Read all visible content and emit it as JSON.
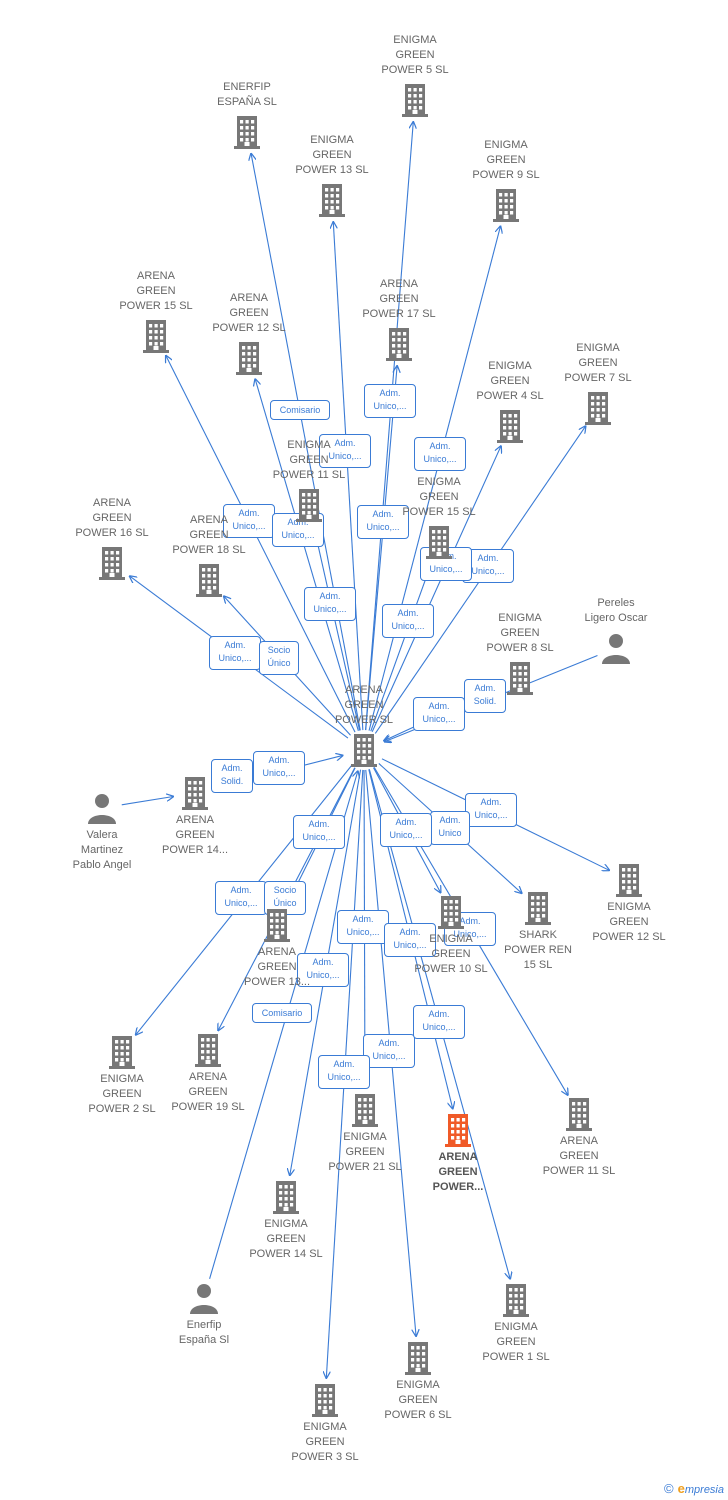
{
  "nodes": [
    {
      "id": "center",
      "label": "ARENA\nGREEN\nPOWER  SL",
      "kind": "company"
    },
    {
      "id": "focus",
      "label": "ARENA\nGREEN\nPOWER...",
      "kind": "company-focus"
    },
    {
      "id": "enerfip_top",
      "label": "ENERFIP\nESPAÑA  SL",
      "kind": "company"
    },
    {
      "id": "eg5",
      "label": "ENIGMA\nGREEN\nPOWER 5  SL",
      "kind": "company"
    },
    {
      "id": "eg13",
      "label": "ENIGMA\nGREEN\nPOWER 13  SL",
      "kind": "company"
    },
    {
      "id": "eg9",
      "label": "ENIGMA\nGREEN\nPOWER 9  SL",
      "kind": "company"
    },
    {
      "id": "ag15",
      "label": "ARENA\nGREEN\nPOWER 15  SL",
      "kind": "company"
    },
    {
      "id": "ag12",
      "label": "ARENA\nGREEN\nPOWER 12  SL",
      "kind": "company"
    },
    {
      "id": "ag17",
      "label": "ARENA\nGREEN\nPOWER 17  SL",
      "kind": "company"
    },
    {
      "id": "eg7",
      "label": "ENIGMA\nGREEN\nPOWER 7  SL",
      "kind": "company"
    },
    {
      "id": "eg4",
      "label": "ENIGMA\nGREEN\nPOWER 4  SL",
      "kind": "company"
    },
    {
      "id": "eg11",
      "label": "ENIGMA\nGREEN\nPOWER 11  SL",
      "kind": "company"
    },
    {
      "id": "eg15",
      "label": "ENIGMA\nGREEN\nPOWER 15  SL",
      "kind": "company"
    },
    {
      "id": "ag16",
      "label": "ARENA\nGREEN\nPOWER 16  SL",
      "kind": "company"
    },
    {
      "id": "ag18",
      "label": "ARENA\nGREEN\nPOWER 18  SL",
      "kind": "company"
    },
    {
      "id": "eg8",
      "label": "ENIGMA\nGREEN\nPOWER 8  SL",
      "kind": "company"
    },
    {
      "id": "pereles",
      "label": "Pereles\nLigero Oscar",
      "kind": "person"
    },
    {
      "id": "valera",
      "label": "Valera\nMartinez\nPablo Angel",
      "kind": "person"
    },
    {
      "id": "ag14",
      "label": "ARENA\nGREEN\nPOWER 14...",
      "kind": "company"
    },
    {
      "id": "eg12",
      "label": "ENIGMA\nGREEN\nPOWER 12  SL",
      "kind": "company"
    },
    {
      "id": "shark",
      "label": "SHARK\nPOWER REN\n15  SL",
      "kind": "company"
    },
    {
      "id": "eg10",
      "label": "ENIGMA\nGREEN\nPOWER 10  SL",
      "kind": "company"
    },
    {
      "id": "ag13",
      "label": "ARENA\nGREEN\nPOWER 13...",
      "kind": "company"
    },
    {
      "id": "eg2",
      "label": "ENIGMA\nGREEN\nPOWER 2  SL",
      "kind": "company"
    },
    {
      "id": "ag19",
      "label": "ARENA\nGREEN\nPOWER 19  SL",
      "kind": "company"
    },
    {
      "id": "eg21",
      "label": "ENIGMA\nGREEN\nPOWER 21  SL",
      "kind": "company"
    },
    {
      "id": "ag11",
      "label": "ARENA\nGREEN\nPOWER 11  SL",
      "kind": "company"
    },
    {
      "id": "eg14",
      "label": "ENIGMA\nGREEN\nPOWER 14  SL",
      "kind": "company"
    },
    {
      "id": "enerfip_bot",
      "label": "Enerfip\nEspaña Sl",
      "kind": "person"
    },
    {
      "id": "eg1",
      "label": "ENIGMA\nGREEN\nPOWER 1  SL",
      "kind": "company"
    },
    {
      "id": "eg6",
      "label": "ENIGMA\nGREEN\nPOWER 6  SL",
      "kind": "company"
    },
    {
      "id": "eg3",
      "label": "ENIGMA\nGREEN\nPOWER 3  SL",
      "kind": "company"
    }
  ],
  "edges": [
    {
      "from": "center",
      "to": "enerfip_top",
      "label": "Comisario"
    },
    {
      "from": "center",
      "to": "eg5",
      "label": "Adm.\nUnico,..."
    },
    {
      "from": "center",
      "to": "eg13",
      "label": "Adm.\nUnico,..."
    },
    {
      "from": "center",
      "to": "eg9",
      "label": "Adm.\nUnico,..."
    },
    {
      "from": "center",
      "to": "ag15",
      "label": "Adm.\nUnico,..."
    },
    {
      "from": "center",
      "to": "ag12",
      "label": "Adm.\nUnico,..."
    },
    {
      "from": "center",
      "to": "ag17",
      "label": "Adm.\nUnico,..."
    },
    {
      "from": "center",
      "to": "eg7",
      "label": "Adm.\nUnico,..."
    },
    {
      "from": "center",
      "to": "eg4",
      "label": "Adm.\nUnico,..."
    },
    {
      "from": "center",
      "to": "eg11",
      "label": "Adm.\nUnico,..."
    },
    {
      "from": "center",
      "to": "eg15",
      "label": "Adm.\nUnico,..."
    },
    {
      "from": "center",
      "to": "ag16",
      "label": "Adm.\nUnico,..."
    },
    {
      "from": "center",
      "to": "ag18",
      "label": "Socio\nÚnico"
    },
    {
      "from": "pereles",
      "to": "center",
      "label": "Adm.\nSolid."
    },
    {
      "from": "eg8",
      "to": "center",
      "label": "Adm.\nUnico,..."
    },
    {
      "from": "valera",
      "to": "ag14",
      "label": "Adm.\nSolid."
    },
    {
      "from": "ag14",
      "to": "center",
      "label": "Adm.\nUnico,..."
    },
    {
      "from": "center",
      "to": "eg12",
      "label": "Adm.\nUnico,..."
    },
    {
      "from": "center",
      "to": "shark",
      "label": "Adm.\nUnico"
    },
    {
      "from": "center",
      "to": "eg10",
      "label": "Adm.\nUnico,..."
    },
    {
      "from": "center",
      "to": "ag13",
      "label": "Adm.\nUnico,..."
    },
    {
      "from": "center",
      "to": "eg2",
      "label": "Adm.\nUnico,..."
    },
    {
      "from": "center",
      "to": "ag19",
      "label": "Socio\nÚnico"
    },
    {
      "from": "center",
      "to": "eg21",
      "label": "Adm.\nUnico,..."
    },
    {
      "from": "center",
      "to": "ag11",
      "label": "Adm.\nUnico,..."
    },
    {
      "from": "center",
      "to": "eg14",
      "label": "Adm.\nUnico,..."
    },
    {
      "from": "enerfip_bot",
      "to": "center",
      "label": "Comisario"
    },
    {
      "from": "center",
      "to": "eg1",
      "label": "Adm.\nUnico,..."
    },
    {
      "from": "center",
      "to": "eg6",
      "label": "Adm.\nUnico,..."
    },
    {
      "from": "center",
      "to": "eg3",
      "label": "Adm.\nUnico,..."
    },
    {
      "from": "center",
      "to": "focus",
      "label": "Adm.\nUnico,..."
    }
  ],
  "colors": {
    "edge": "#3a7bd5",
    "node": "#777777",
    "focus": "#f05a28",
    "text": "#666666"
  },
  "footer": {
    "copyright": "©",
    "brand": "mpresia",
    "brand_initial": "e"
  }
}
